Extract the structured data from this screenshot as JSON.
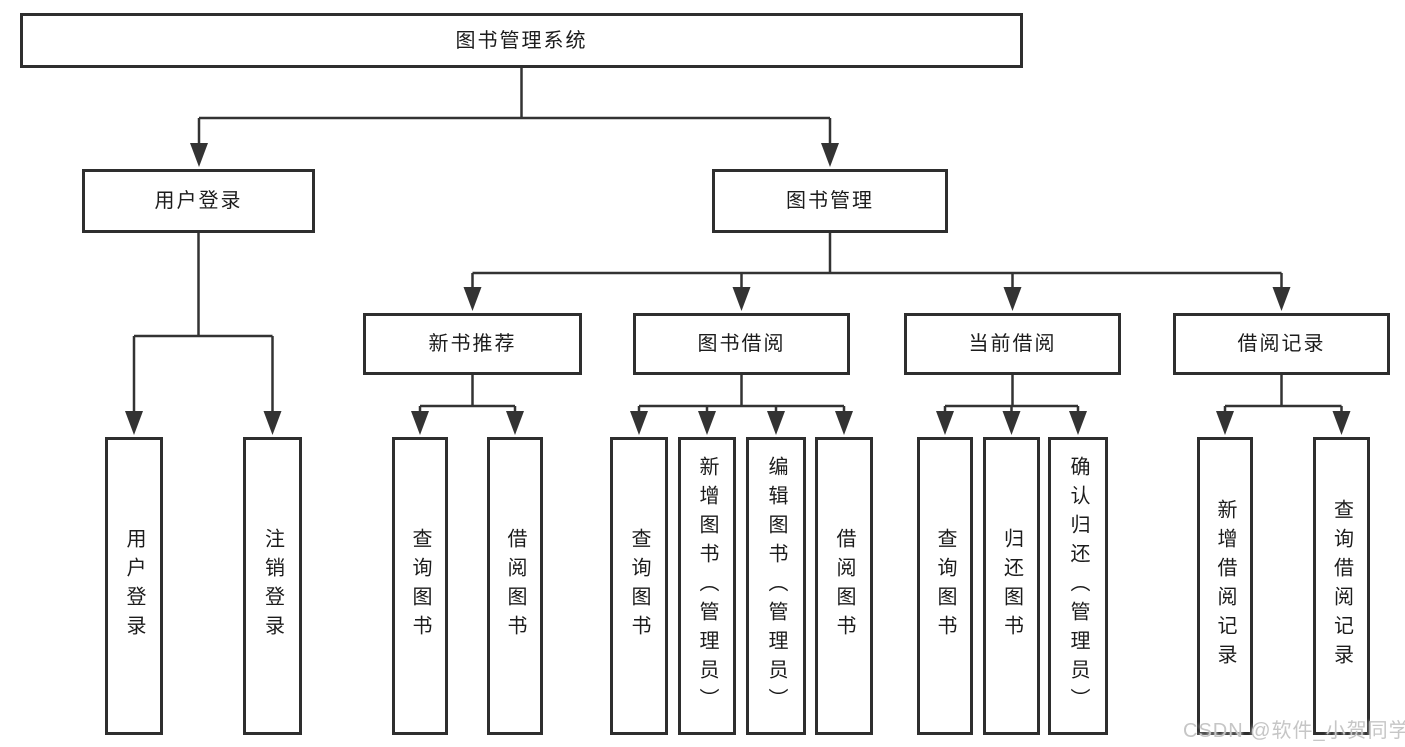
{
  "watermark": "CSDN @软件_小贺同学",
  "colors": {
    "line": "#333333",
    "border": "#2e2e2e",
    "text": "#1c1c1c",
    "watermark_text": "#c6c6c6",
    "background": "#ffffff"
  },
  "diagram": {
    "root": {
      "label": "图书管理系统"
    },
    "branches": [
      {
        "label": "用户登录",
        "children": [
          {
            "label": "用户登录"
          },
          {
            "label": "注销登录"
          }
        ]
      },
      {
        "label": "图书管理",
        "sections": [
          {
            "label": "新书推荐",
            "children": [
              {
                "label": "查询图书"
              },
              {
                "label": "借阅图书"
              }
            ]
          },
          {
            "label": "图书借阅",
            "children": [
              {
                "label": "查询图书"
              },
              {
                "label": "新增图书（管理员）"
              },
              {
                "label": "编辑图书（管理员）"
              },
              {
                "label": "借阅图书"
              }
            ]
          },
          {
            "label": "当前借阅",
            "children": [
              {
                "label": "查询图书"
              },
              {
                "label": "归还图书"
              },
              {
                "label": "确认归还（管理员）"
              }
            ]
          },
          {
            "label": "借阅记录",
            "children": [
              {
                "label": "新增借阅记录"
              },
              {
                "label": "查询借阅记录"
              }
            ]
          }
        ]
      }
    ]
  }
}
